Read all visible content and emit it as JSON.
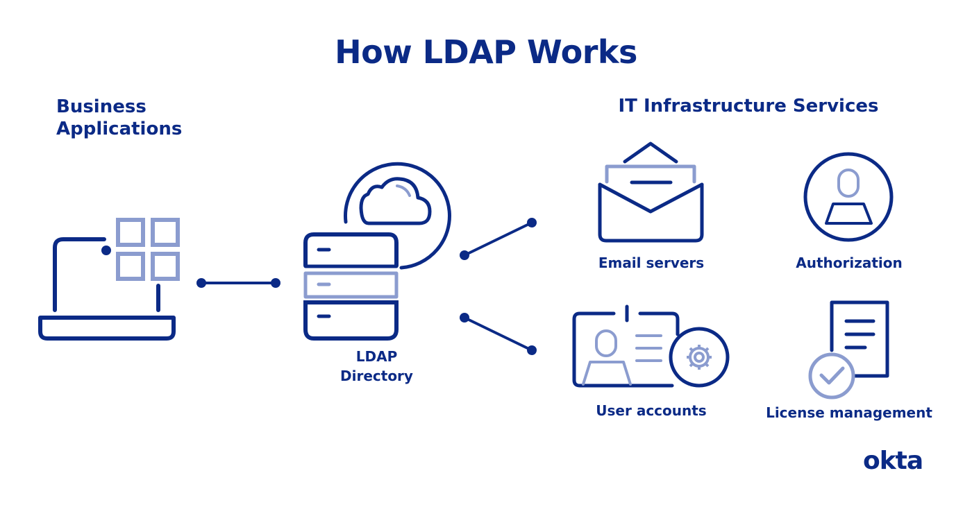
{
  "title": "How LDAP Works",
  "left_heading": "Business Applications",
  "right_heading": "IT Infrastructure Services",
  "labels": {
    "ldap_directory": "LDAP Directory",
    "email_servers": "Email servers",
    "authorization": "Authorization",
    "user_accounts": "User accounts",
    "license_management": "License management"
  },
  "logo_text": "okta",
  "colors": {
    "primary": "#0b2a86",
    "secondary": "#8b9ccf",
    "background": "#ffffff"
  },
  "icons": [
    "laptop-icon",
    "app-grid-icon",
    "server-stack-icon",
    "cloud-icon",
    "email-icon",
    "user-icon",
    "id-card-icon",
    "gear-icon",
    "document-icon",
    "checkmark-icon"
  ]
}
